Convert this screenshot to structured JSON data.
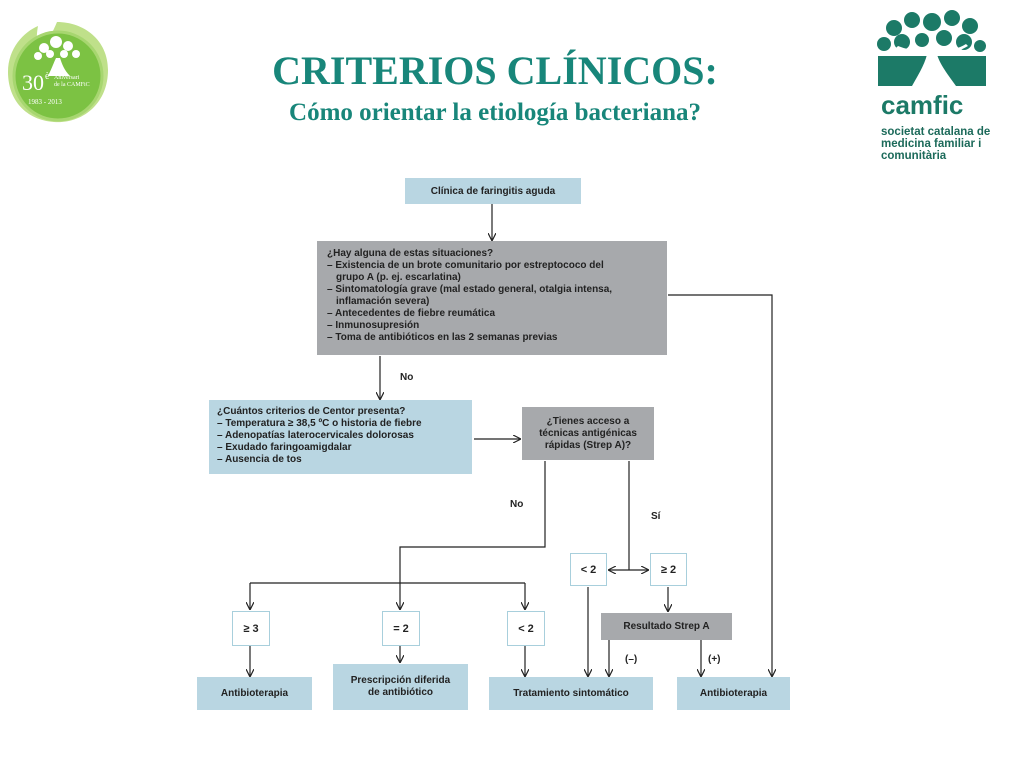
{
  "header": {
    "title": "CRITERIOS CLÍNICOS:",
    "subtitle": "Cómo orientar la etiología bacteriana?"
  },
  "logo_anniversary": {
    "number": "30",
    "superscript": "è",
    "line1": "Aniversari",
    "line2": "de la CAMFiC",
    "years": "1983 - 2013"
  },
  "logo_camfic": {
    "name": "camfic",
    "line1": "societat catalana de",
    "line2": "medicina familiar i",
    "line3": "comunitària"
  },
  "flow": {
    "start": "Clínica de faringitis aguda",
    "situations": [
      "¿Hay alguna de estas situaciones?",
      "– Existencia de un brote comunitario por estreptococo del",
      "  grupo A (p. ej. escarlatina)",
      "– Sintomatología grave (mal estado general, otalgia intensa,",
      "  inflamación severa)",
      "– Antecedentes de fiebre reumática",
      "– Inmunosupresión",
      "– Toma de antibióticos en las 2 semanas previas"
    ],
    "no1": "No",
    "centor": [
      "¿Cuántos criterios de Centor presenta?",
      "– Temperatura ≥ 38,5 ºC o historia de fiebre",
      "– Adenopatías laterocervicales dolorosas",
      "– Exudado faringoamigdalar",
      "– Ausencia de tos"
    ],
    "access": [
      "¿Tienes acceso a",
      "técnicas antigénicas",
      "rápidas (Strep A)?"
    ],
    "no2": "No",
    "si": "Sí",
    "lt2_right": "< 2",
    "ge2_right": "≥ 2",
    "strep_result": "Resultado Strep A",
    "neg": "(–)",
    "pos": "(+)",
    "ge3": "≥ 3",
    "eq2": "= 2",
    "lt2_left": "< 2",
    "antibio_left": "Antibioterapia",
    "diferida": [
      "Prescripción diferida",
      "de antibiótico"
    ],
    "sintomatico": "Tratamiento sintomático",
    "antibio_right": "Antibioterapia"
  }
}
